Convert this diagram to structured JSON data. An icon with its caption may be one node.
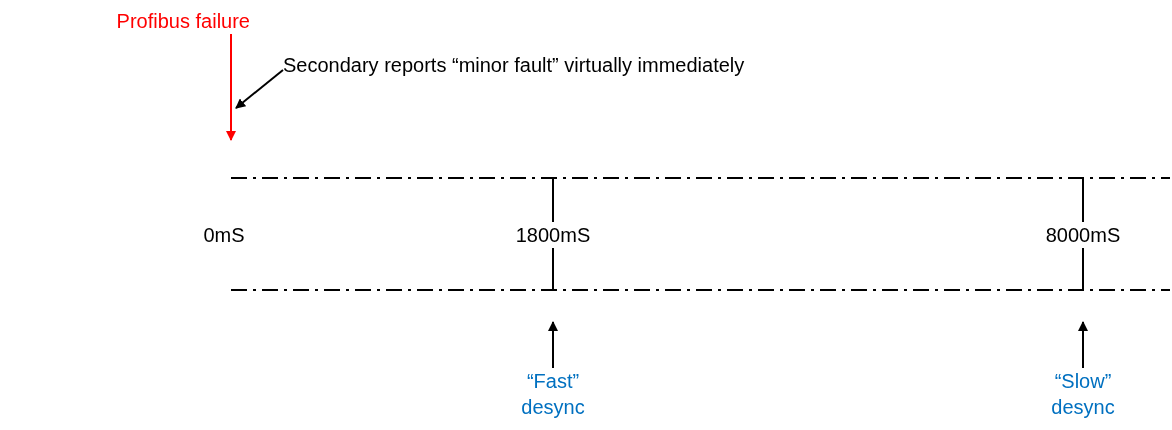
{
  "diagram": {
    "nodes": [
      {
        "text": [
          "Profibus failure"
        ]
      },
      {
        "text": [
          "Secondary reports “minor fault” virtually immediately"
        ]
      },
      {
        "text": [
          "“Fast” desync"
        ]
      },
      {
        "text": [
          "“Slow” desync"
        ]
      }
    ],
    "edges": [
      {
        "from": 0,
        "to": null,
        "arrow": "to",
        "color": "#ff0000"
      },
      {
        "from": 1,
        "to": null,
        "arrow": "to"
      },
      {
        "from": 2,
        "to": null,
        "arrow": "to"
      },
      {
        "from": 3,
        "to": null,
        "arrow": "to"
      }
    ],
    "labels": [
      "0mS",
      "1800mS",
      "8000mS"
    ]
  }
}
